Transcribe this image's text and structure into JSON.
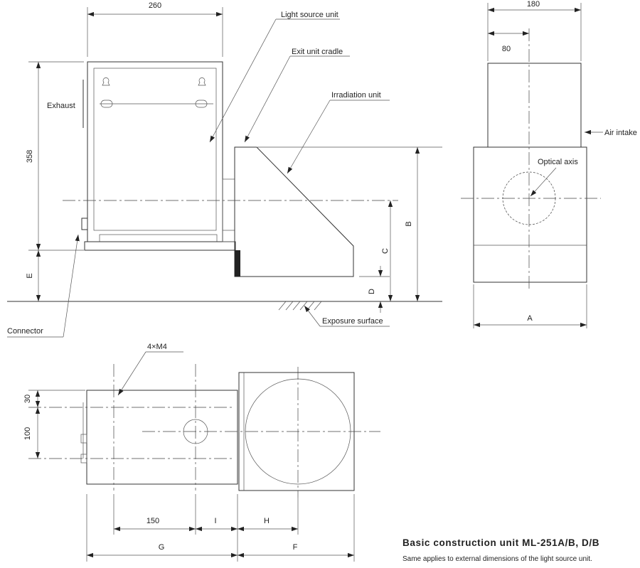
{
  "title": "Basic construction unit ML-251A/B, D/B",
  "subtitle": "Same applies to external dimensions of the light source unit.",
  "callouts": {
    "light_source_unit": "Light source unit",
    "exit_unit_cradle": "Exit unit cradle",
    "irradiation_unit": "Irradiation unit",
    "exhaust": "Exhaust",
    "connector": "Connector",
    "exposure_surface": "Exposure surface",
    "air_intake": "Air intake",
    "optical_axis": "Optical axis",
    "mounting_holes": "4×M4"
  },
  "dimensions": {
    "front_width": "260",
    "front_height": "358",
    "side_width": "180",
    "side_offset": "80",
    "plan_hole_spacing": "150",
    "plan_top_margin": "30",
    "plan_hole_pitch": "100",
    "var_a": "A",
    "var_b": "B",
    "var_c": "C",
    "var_d": "D",
    "var_e": "E",
    "var_f": "F",
    "var_g": "G",
    "var_h": "H",
    "var_i": "I"
  }
}
